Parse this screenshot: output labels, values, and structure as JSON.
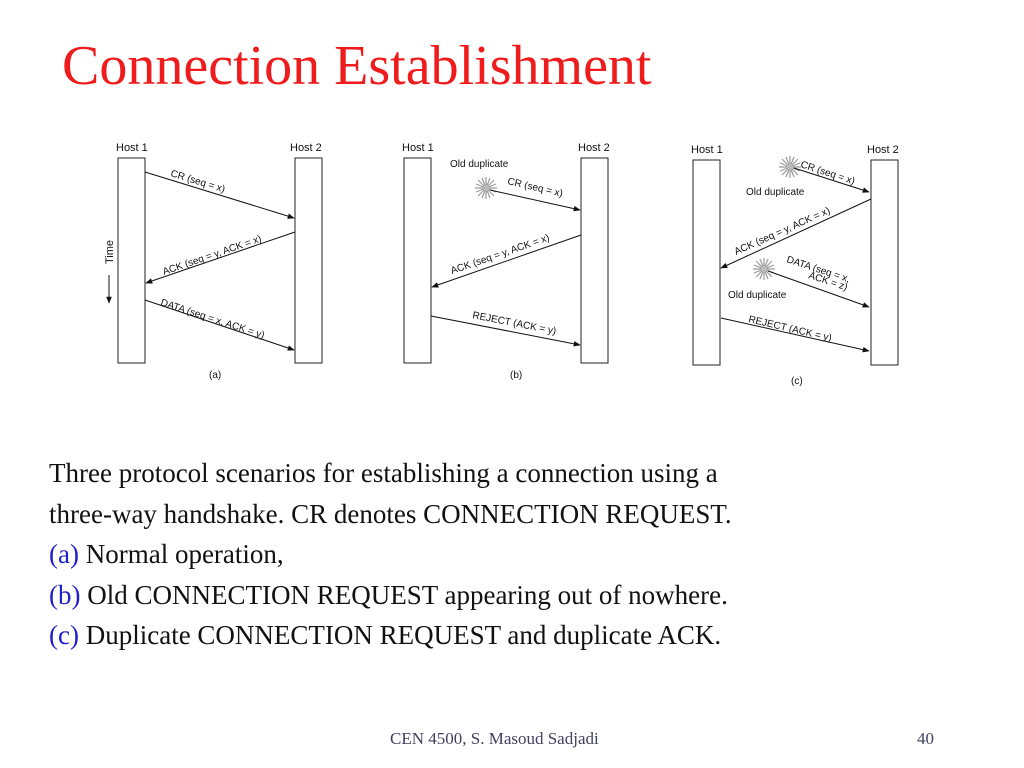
{
  "slide": {
    "title": "Connection Establishment",
    "colors": {
      "title": "#ee1c1c",
      "scenario_label": "#1f1fcf",
      "body_text": "#111111",
      "footer": "#404060"
    }
  },
  "figure": {
    "time_label": "Time",
    "panels": [
      {
        "id": "a",
        "caption": "(a)",
        "host1": "Host 1",
        "host2": "Host 2",
        "messages": [
          "CR (seq = x)",
          "ACK (seq = y, ACK = x)",
          "DATA (seq = x, ACK = y)"
        ]
      },
      {
        "id": "b",
        "caption": "(b)",
        "host1": "Host 1",
        "host2": "Host 2",
        "old_duplicate": "Old duplicate",
        "messages": [
          "CR (seq = x)",
          "ACK (seq = y, ACK = x)",
          "REJECT (ACK = y)"
        ]
      },
      {
        "id": "c",
        "caption": "(c)",
        "host1": "Host 1",
        "host2": "Host 2",
        "old_duplicate_1": "Old duplicate",
        "old_duplicate_2": "Old duplicate",
        "messages": [
          "CR (seq = x)",
          "ACK (seq = y, ACK = x)",
          "DATA (seq = x,",
          "ACK = z)",
          "REJECT (ACK = y)"
        ]
      }
    ]
  },
  "caption": {
    "line1": "Three protocol scenarios for establishing a connection using a",
    "line2": "three-way handshake.  CR denotes CONNECTION REQUEST.",
    "items": [
      {
        "label": "(a)",
        "text": "Normal operation,"
      },
      {
        "label": "(b)",
        "text": "Old CONNECTION REQUEST appearing out of nowhere."
      },
      {
        "label": "(c)",
        "text": "Duplicate CONNECTION REQUEST and duplicate ACK."
      }
    ]
  },
  "footer": {
    "course": "CEN 4500, S. Masoud Sadjadi",
    "page_number": "40"
  }
}
